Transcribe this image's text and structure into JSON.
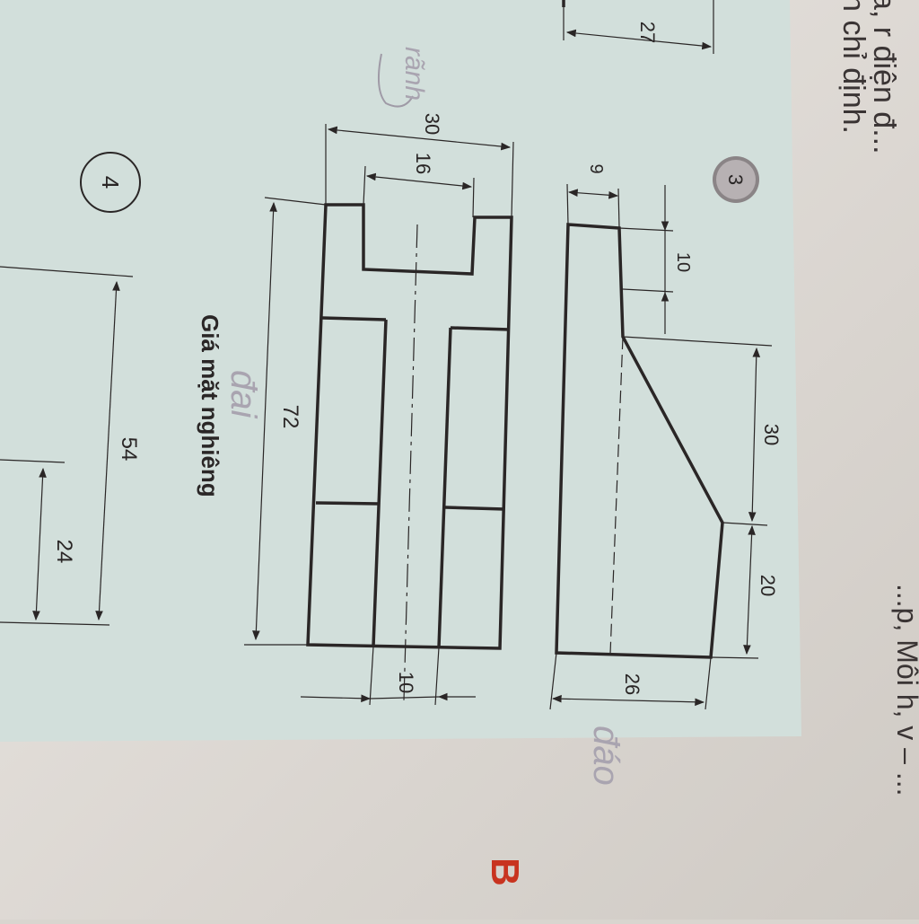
{
  "page": {
    "side_text_top": "a, r điện đ...",
    "side_text_main": "n chỉ định.",
    "side_text_right": "...p, Mỗi h, v – ...",
    "corner_letter": "B",
    "colors": {
      "panel": "#d2dfdb",
      "paper": "#e4e0dc",
      "ink": "#2a2626",
      "pencil": "#9f9aa6",
      "accent_red": "#c8331f"
    }
  },
  "figure": {
    "number": "4",
    "number3_badge": "3",
    "title": "Giá mặt nghiêng",
    "pencil_notes": [
      "rãnh",
      "đai",
      "đáo"
    ]
  },
  "dimensions": {
    "top_27": "27",
    "front_width_30": "30",
    "slot_width_16": "16",
    "height_72": "72",
    "rib_width_10": "10",
    "side_9": "9",
    "side_10": "10",
    "side_30": "30",
    "side_20": "20",
    "side_26": "26",
    "left_54": "54",
    "left_24": "24"
  }
}
